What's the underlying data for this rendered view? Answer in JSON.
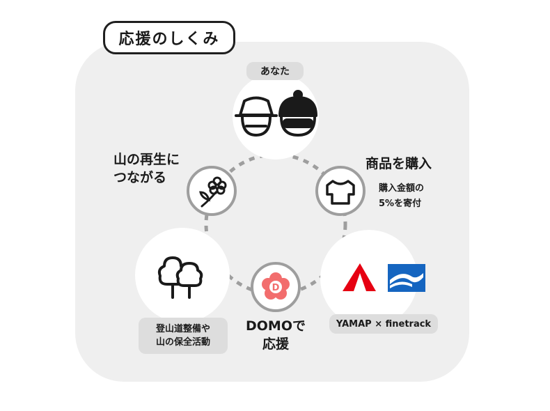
{
  "title": "応援のしくみ",
  "you_label": "あなた",
  "buy": {
    "label": "商品を購入",
    "note_line1": "購入金額の",
    "note_line2": "5%を寄付"
  },
  "brands_label": "YAMAP × finetrack",
  "domo": {
    "line1": "DOMOで",
    "line2": "応援",
    "badge_letter": "D"
  },
  "activities": {
    "line1": "登山道整備や",
    "line2": "山の保全活動"
  },
  "regen": {
    "line1": "山の再生に",
    "line2": "つながる"
  },
  "colors": {
    "yamap_red": "#e60012",
    "finetrack_blue": "#1565c0",
    "domo_pink": "#f26d6d",
    "ring_gray": "#9e9e9e"
  },
  "icons": [
    "two-hikers-icon",
    "tshirt-icon",
    "yamap-logo-icon",
    "finetrack-logo-icon",
    "domo-badge-icon",
    "trees-icon",
    "flower-icon"
  ]
}
